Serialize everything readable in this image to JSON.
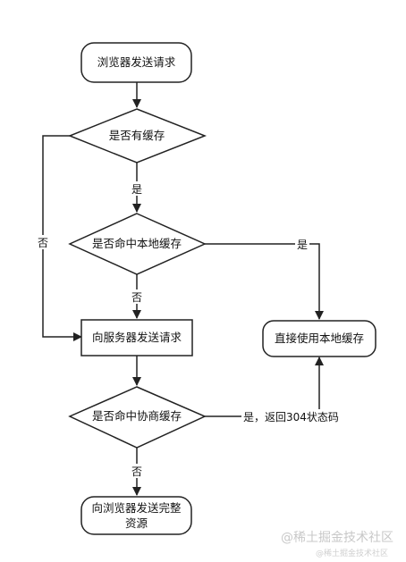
{
  "nodes": {
    "start": "浏览器发送请求",
    "has_cache": "是否有缓存",
    "hit_local": "是否命中本地缓存",
    "request_server": "向服务器发送请求",
    "use_local": "直接使用本地缓存",
    "hit_negotiate": "是否命中协商缓存",
    "full_resource_line1": "向浏览器发送完整",
    "full_resource_line2": "资源"
  },
  "edges": {
    "has_cache_yes": "是",
    "has_cache_no": "否",
    "hit_local_yes": "是",
    "hit_local_no": "否",
    "negotiate_yes": "是，返回304状态码",
    "negotiate_no": "否"
  },
  "watermark": {
    "main": "@稀土掘金技术社区",
    "sub": "@稀土掘金技术社区"
  },
  "colors": {
    "stroke": "#222222",
    "fill": "#ffffff"
  }
}
